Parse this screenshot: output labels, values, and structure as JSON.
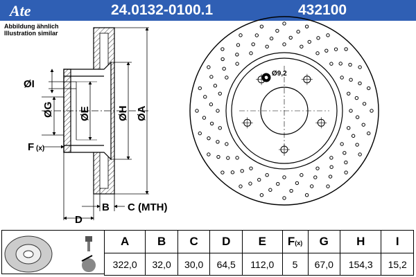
{
  "header": {
    "brand": "Ate",
    "part_number": "24.0132-0100.1",
    "reference_number": "432100"
  },
  "notes": {
    "line1": "Abbildung ähnlich",
    "line2": "Illustration similar"
  },
  "diagram_labels": {
    "I": "ØI",
    "G": "ØG",
    "E": "ØE",
    "H": "ØH",
    "A": "ØA",
    "F": "F",
    "F_sub": "(x)",
    "B": "B",
    "C": "C (MTH)",
    "D": "D",
    "hole": "Ø9,2"
  },
  "spec_table": {
    "headers": [
      "A",
      "B",
      "C",
      "D",
      "E",
      "F",
      "G",
      "H",
      "I"
    ],
    "F_header_sub": "(x)",
    "values": [
      "322,0",
      "32,0",
      "30,0",
      "64,5",
      "112,0",
      "5",
      "67,0",
      "154,3",
      "15,2"
    ]
  },
  "colors": {
    "header_bg": "#2f5fb4",
    "header_text": "#ffffff",
    "line": "#000000"
  }
}
